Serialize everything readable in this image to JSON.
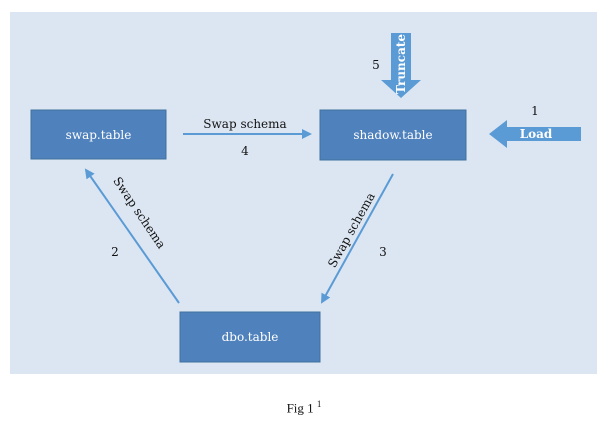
{
  "diagram": {
    "colors": {
      "background": "#dce6f2",
      "box_fill": "#4f81bd",
      "box_border": "#41719c",
      "arrow": "#5b9bd5",
      "box_text": "#ffffff",
      "label_text": "#111111"
    },
    "nodes": {
      "swap": "swap.table",
      "shadow": "shadow.table",
      "dbo": "dbo.table"
    },
    "edges": {
      "load": {
        "step": "1",
        "label": "Load"
      },
      "swap_to_shadow": {
        "step": "4",
        "label": "Swap schema"
      },
      "shadow_to_dbo": {
        "step": "3",
        "label": "Swap schema"
      },
      "dbo_to_swap": {
        "step": "2",
        "label": "Swap schema"
      },
      "truncate": {
        "step": "5",
        "label": "Truncate"
      }
    }
  },
  "caption": {
    "text": "Fig 1",
    "superscript": "1"
  }
}
